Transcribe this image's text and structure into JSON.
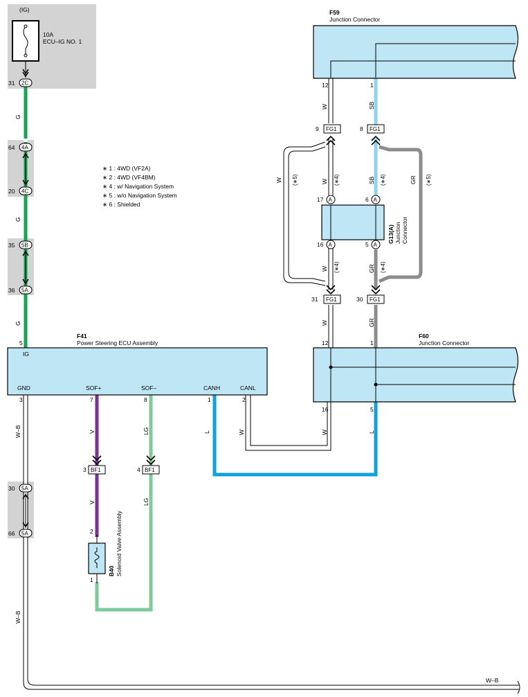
{
  "notes": [
    "∗ 1 : 4WD (VF2A)",
    "∗ 2 : 4WD (VF4BM)",
    "∗ 4 : w/ Navigation System",
    "∗ 5 : w/o Navigation System",
    "∗ 6 : Shielded"
  ],
  "power": {
    "source": "(IG)",
    "fuse_rating": "10A",
    "fuse_name": "ECU–IG NO. 1"
  },
  "components": {
    "f59": {
      "code": "F59",
      "name": "Junction Connector",
      "pin_left": "12",
      "pin_right": "1"
    },
    "f60": {
      "code": "F60",
      "name": "Junction Connector",
      "pin_left": "12",
      "pin_right": "1",
      "pin_bottom_left": "16",
      "pin_bottom_right": "5"
    },
    "f41": {
      "code": "F41",
      "name": "Power Steering ECU Assembly",
      "pin_ig": "5",
      "label_ig": "IG",
      "terminals": [
        {
          "label": "GND",
          "pin": "3"
        },
        {
          "label": "SOF+",
          "pin": "7"
        },
        {
          "label": "SOF–",
          "pin": "8"
        },
        {
          "label": "CANH",
          "pin": "1"
        },
        {
          "label": "CANL",
          "pin": "2"
        }
      ]
    },
    "g13": {
      "code": "G13(A)",
      "name_line1": "Junction",
      "name_line2": "Connector",
      "pins": [
        "17",
        "6",
        "16",
        "5"
      ],
      "letter": "A"
    },
    "b40": {
      "code": "B40",
      "name": "Solenoid Valve Assembly",
      "pin_top": "2",
      "pin_bottom": "1"
    }
  },
  "junctions_left": [
    {
      "pin": "31",
      "code": "2C"
    },
    {
      "pin": "64",
      "code": "4A"
    },
    {
      "pin": "20",
      "code": "4C"
    },
    {
      "pin": "35",
      "code": "5B"
    },
    {
      "pin": "36",
      "code": "5A"
    },
    {
      "pin": "30",
      "code": "5A"
    },
    {
      "pin": "66",
      "code": "5A"
    }
  ],
  "connectors": {
    "fg1_9": {
      "pin": "9",
      "code": "FG1"
    },
    "fg1_8": {
      "pin": "8",
      "code": "FG1"
    },
    "fg1_31": {
      "pin": "31",
      "code": "FG1"
    },
    "fg1_30": {
      "pin": "30",
      "code": "FG1"
    },
    "bf1_3": {
      "pin": "3",
      "code": "BF1"
    },
    "bf1_4": {
      "pin": "4",
      "code": "BF1"
    }
  },
  "wire_labels": {
    "g1": "G",
    "g2": "G",
    "g3": "G",
    "wb1": "W–B",
    "wb2": "W–B",
    "wb_bottom": "W–B",
    "v1": "V",
    "v2": "V",
    "lg1": "LG",
    "lg2": "LG",
    "l_canh": "L",
    "w_canl": "W",
    "w_f60": "W",
    "l_f60": "L",
    "w_top": "W",
    "sb_top": "SB",
    "w_loop": "W",
    "w_loop_note": "(∗5)",
    "w_mid": "W",
    "w_mid_note": "(∗4)",
    "sb_mid": "SB",
    "sb_mid_note": "(∗4)",
    "gr_loop": "GR",
    "gr_loop_note": "(∗5)",
    "w_low": "W",
    "w_low_note": "(∗4)",
    "gr_low": "GR",
    "gr_low_note": "(∗4)",
    "w_bot": "W",
    "gr_bot": "GR"
  },
  "colors": {
    "green": "#14a550",
    "violet": "#7b3294",
    "light_green": "#7dcb9a",
    "blue": "#0aa3e0",
    "sky_blue": "#8fd3ef",
    "gray": "#8c8c8c",
    "white_wire": "#ffffff",
    "box_fill": "#bfe6f5"
  }
}
